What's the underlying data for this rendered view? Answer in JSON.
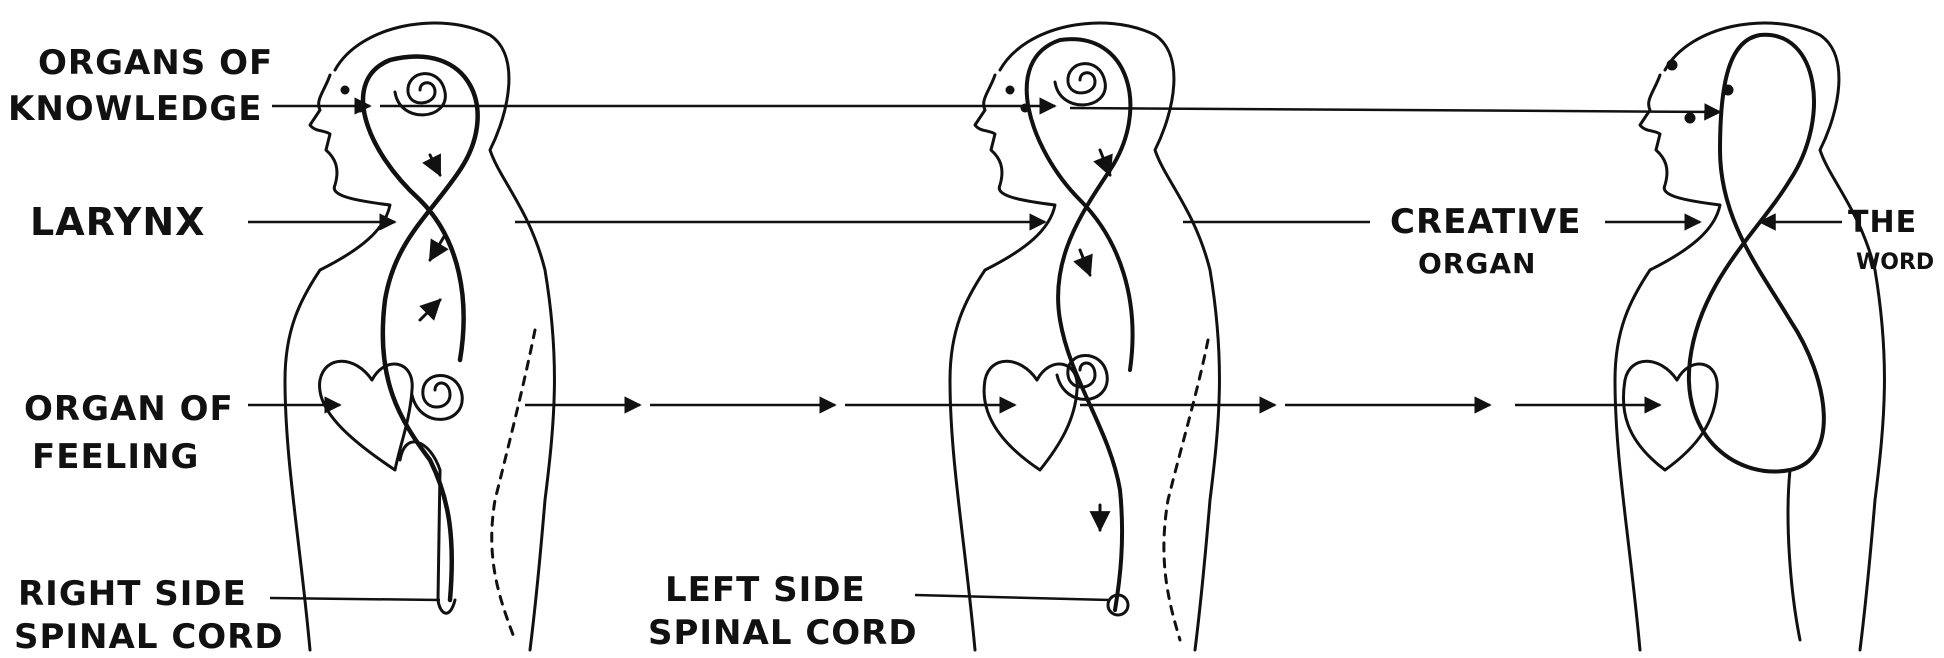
{
  "labels": {
    "organs_of_knowledge": [
      "ORGANS OF",
      "KNOWLEDGE"
    ],
    "larynx": "LARYNX",
    "organ_of_feeling": [
      "ORGAN OF",
      "FEELING"
    ],
    "right_side_spinal_cord": [
      "RIGHT SIDE",
      "SPINAL CORD"
    ],
    "left_side_spinal_cord": [
      "LEFT SIDE",
      "SPINAL CORD"
    ],
    "creative_organ": [
      "CREATIVE",
      "ORGAN"
    ],
    "the_word": [
      "THE",
      "WORD"
    ]
  },
  "colors": {
    "ink": "#111111",
    "background": "#ffffff"
  }
}
